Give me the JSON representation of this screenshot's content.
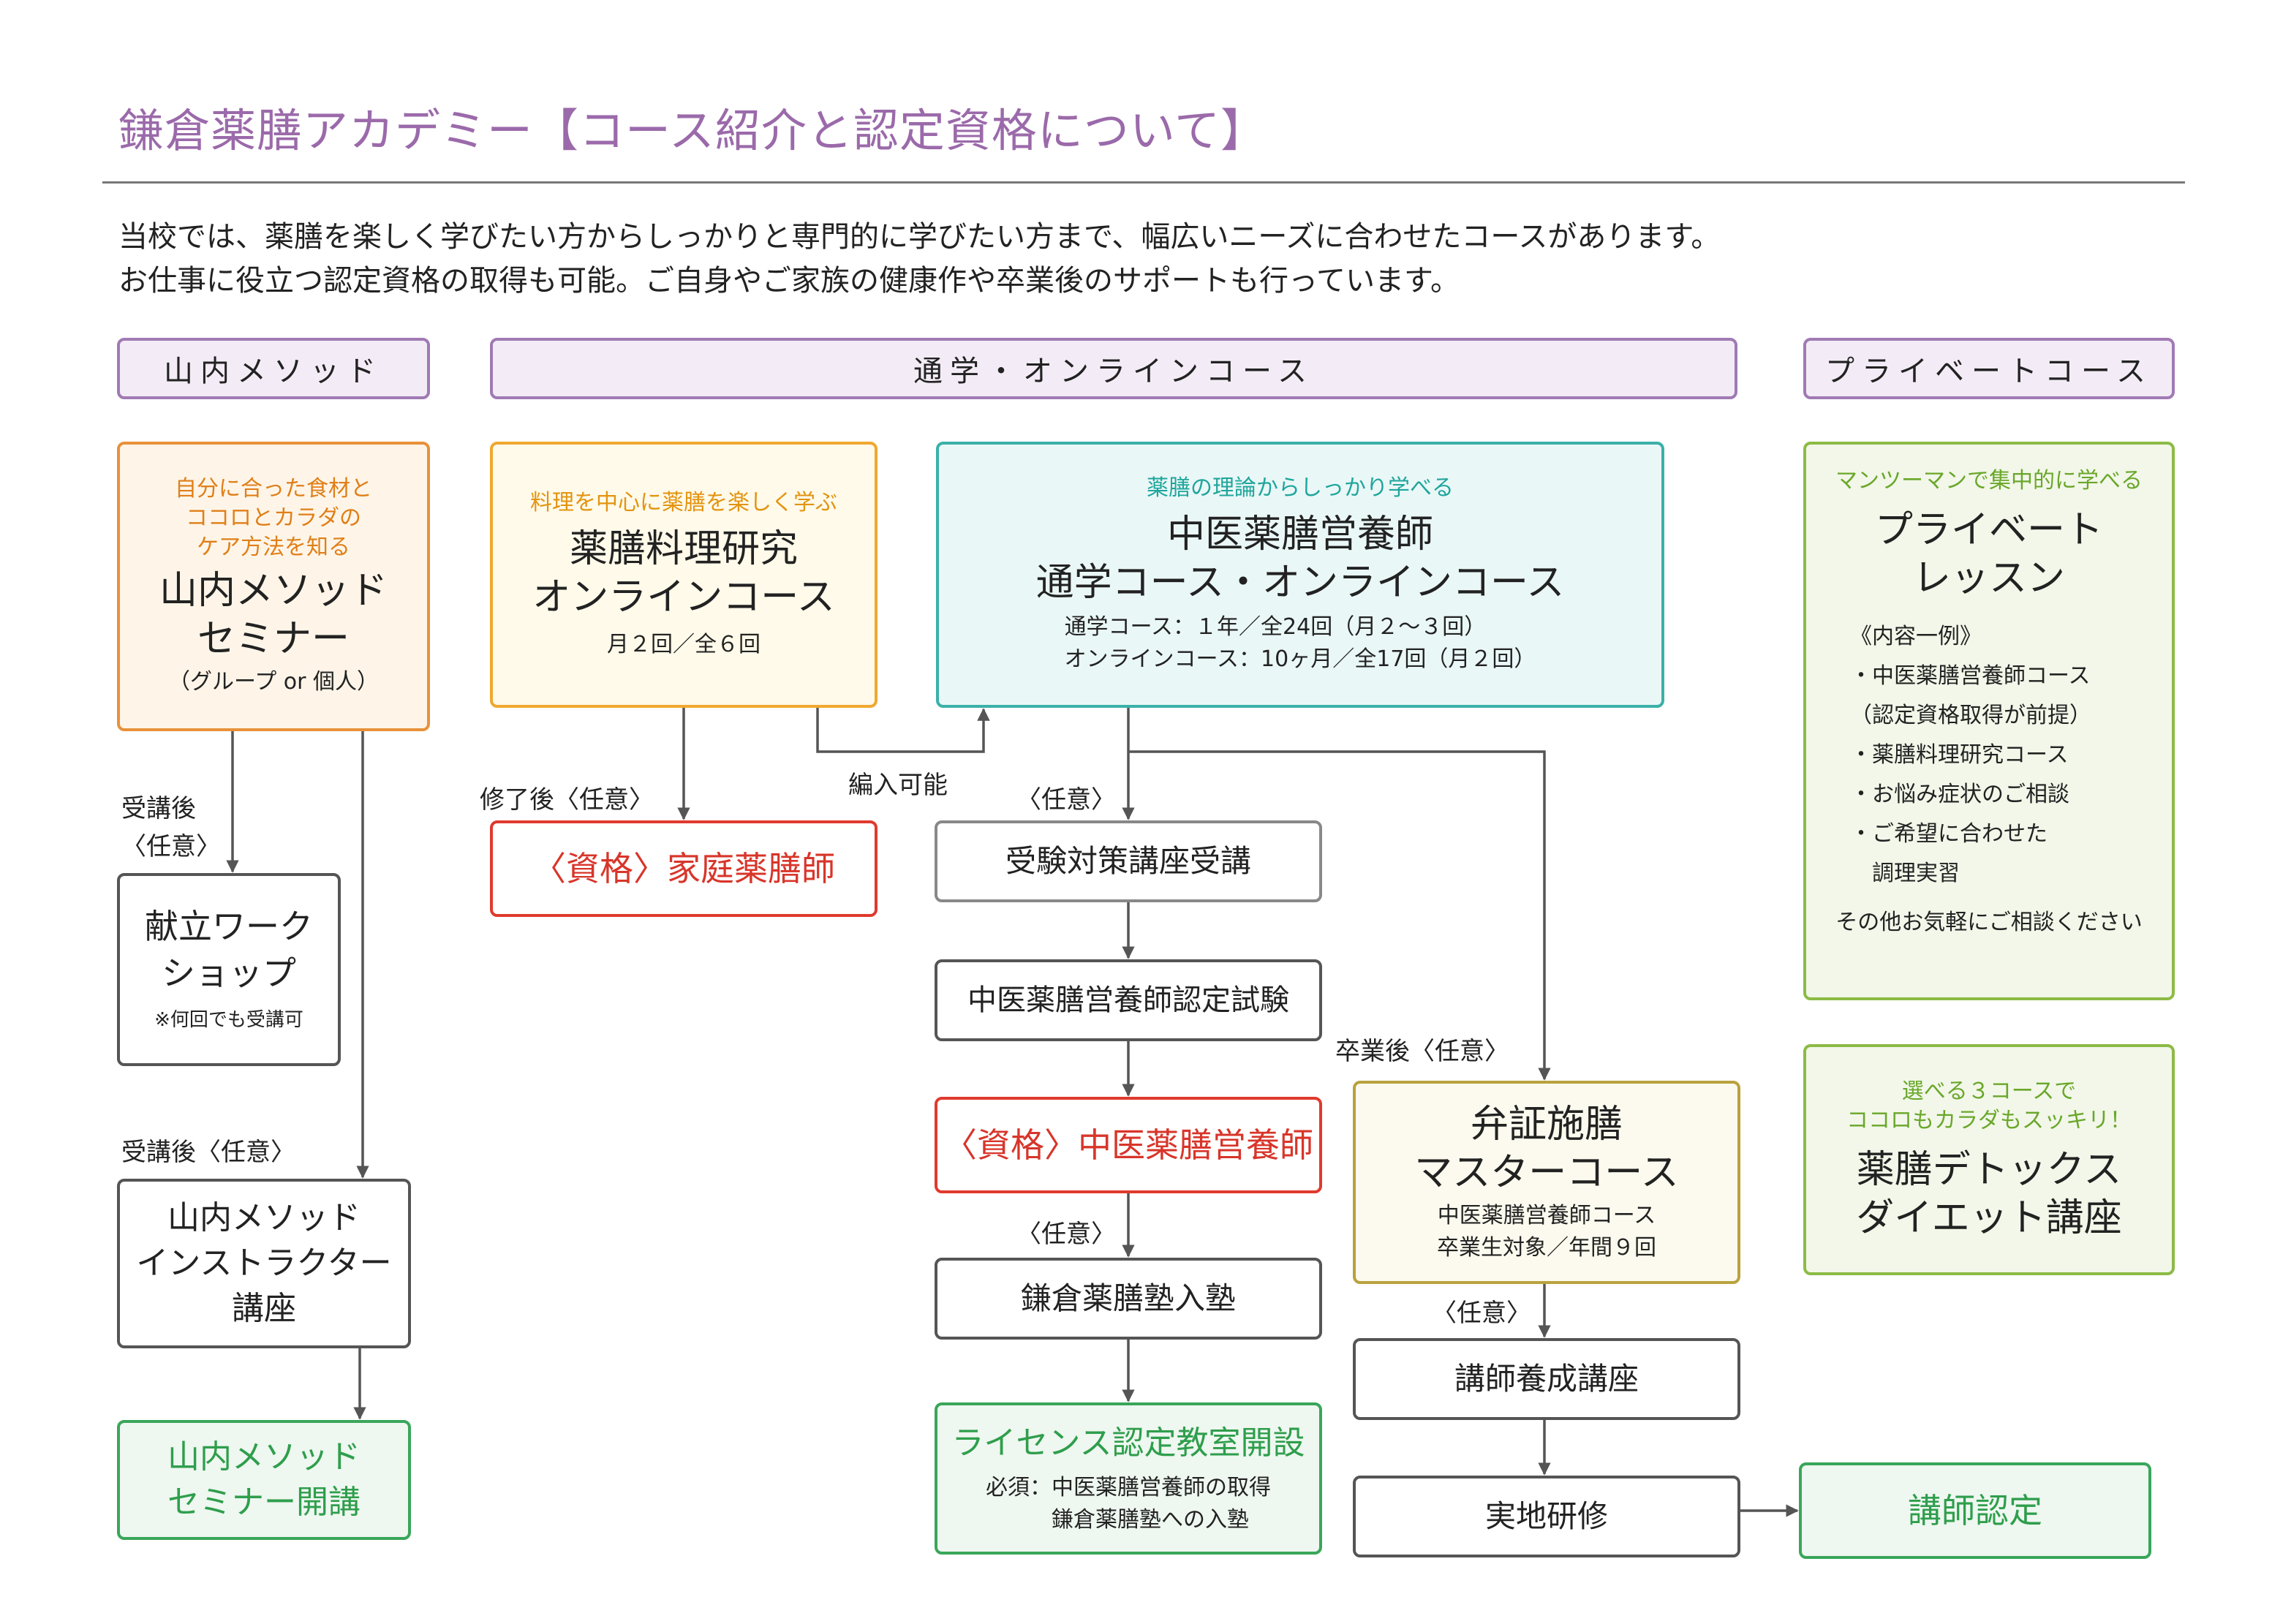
{
  "title": "鎌倉薬膳アカデミー【コース紹介と認定資格について】",
  "intro": [
    "当校では、薬膳を楽しく学びたい方からしっかりと専門的に学びたい方まで、幅広いニーズに合わせたコースがあります。",
    "お仕事に役立つ認定資格の取得も可能。ご自身やご家族の健康作や卒業後のサポートも行っています。"
  ],
  "headers": {
    "yamauchi": "山内メソッド",
    "tsugaku": "通学・オンラインコース",
    "private": "プライベートコース"
  },
  "seminar": {
    "sub": [
      "自分に合った食材と",
      "ココロとカラダの",
      "ケア方法を知る"
    ],
    "name": [
      "山内メソッド",
      "セミナー"
    ],
    "note": "（グループ or 個人）"
  },
  "ryori": {
    "sub": "料理を中心に薬膳を楽しく学ぶ",
    "name": [
      "薬膳料理研究",
      "オンラインコース"
    ],
    "note": "月２回／全６回"
  },
  "chui": {
    "sub": "薬膳の理論からしっかり学べる",
    "name": [
      "中医薬膳営養師",
      "通学コース・オンラインコース"
    ],
    "notes": [
      "通学コース：１年／全24回（月２〜３回）",
      "オンラインコース：10ヶ月／全17回（月２回）"
    ]
  },
  "privateLesson": {
    "sub": "マンツーマンで集中的に学べる",
    "name": [
      "プライベート",
      "レッスン"
    ],
    "list": [
      "《内容一例》",
      "・中医薬膳営養師コース",
      "（認定資格取得が前提）",
      "・薬膳料理研究コース",
      "・お悩み症状のご相談",
      "・ご希望に合わせた",
      "　調理実習"
    ],
    "footer": "その他お気軽にご相談ください"
  },
  "detox": {
    "sub": [
      "選べる３コースで",
      "ココロもカラダもスッキリ！"
    ],
    "name": [
      "薬膳デトックス",
      "ダイエット講座"
    ]
  },
  "kondate": {
    "name": [
      "献立ワーク",
      "ショップ"
    ],
    "note": "※何回でも受講可"
  },
  "instructor": {
    "name": [
      "山内メソッド",
      "インストラクター",
      "講座"
    ]
  },
  "seminarOpen": {
    "name": [
      "山内メソッド",
      "セミナー開講"
    ]
  },
  "katei": "〈資格〉家庭薬膳師",
  "juken": "受験対策講座受講",
  "shiken": "中医薬膳営養師認定試験",
  "shikaku": "〈資格〉中医薬膳営養師",
  "juku": "鎌倉薬膳塾入塾",
  "license": {
    "name": "ライセンス認定教室開設",
    "notes": [
      "必須：中医薬膳営養師の取得",
      "　　　鎌倉薬膳塾への入塾"
    ]
  },
  "master": {
    "name": [
      "弁証施膳",
      "マスターコース"
    ],
    "notes": [
      "中医薬膳営養師コース",
      "卒業生対象／年間９回"
    ]
  },
  "koshiYosei": "講師養成講座",
  "jitchi": "実地研修",
  "koshiNintei": "講師認定",
  "labels": {
    "jukogo1": [
      "受講後",
      "〈任意〉"
    ],
    "jukogo2": "受講後〈任意〉",
    "shuryogo": "修了後〈任意〉",
    "hennyu": "編入可能",
    "nini1": "〈任意〉",
    "nini2": "〈任意〉",
    "nini3": "〈任意〉",
    "sotsugyogo": "卒業後〈任意〉"
  }
}
